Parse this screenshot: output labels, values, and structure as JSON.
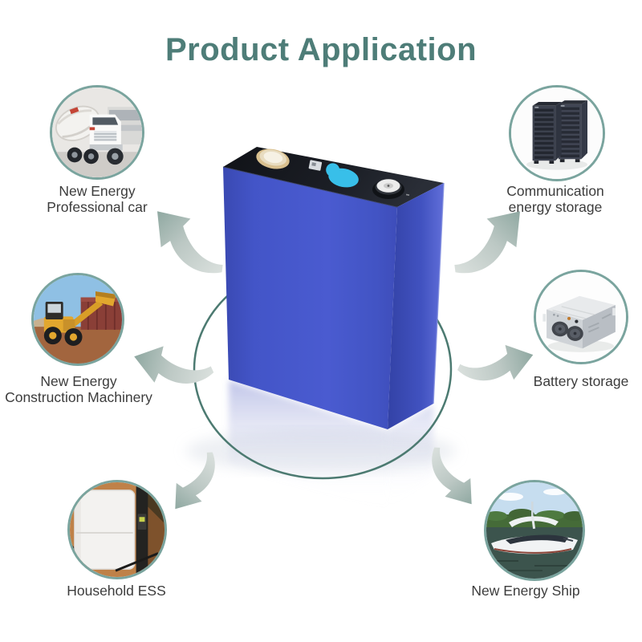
{
  "title": {
    "text": "Product Application",
    "color": "#4e7d78"
  },
  "center_product": {
    "name": "prismatic-lifepo4-battery-cell",
    "body_color": "#4355c8",
    "top_color": "#17191f",
    "sticker_color": "#38bfe9",
    "terminal_gold_color": "#d9c08f",
    "terminal_silver_color": "#ececec",
    "ring_color": "#4c7a71"
  },
  "applications": [
    {
      "id": "new-energy-professional-car",
      "label_lines": [
        "New Energy",
        "Professional car"
      ],
      "image": "concrete-mixer-truck-photo"
    },
    {
      "id": "communication-energy-storage",
      "label_lines": [
        "Communication",
        "energy storage"
      ],
      "image": "telecom-server-racks-photo"
    },
    {
      "id": "new-energy-construction-machinery",
      "label_lines": [
        "New Energy",
        "Construction Machinery"
      ],
      "image": "wheel-loader-photo"
    },
    {
      "id": "battery-storage",
      "label_lines": [
        "Battery storage"
      ],
      "image": "battery-storage-cabinet-photo"
    },
    {
      "id": "household-ess",
      "label_lines": [
        "Household ESS"
      ],
      "image": "wall-mounted-ess-photo"
    },
    {
      "id": "new-energy-ship",
      "label_lines": [
        "New Energy Ship"
      ],
      "image": "electric-boat-photo"
    }
  ],
  "style": {
    "circle_border_color": "#7aa49e",
    "label_color": "#3c3c3c",
    "arrow_tail_color": "#d9dfdc",
    "arrow_head_color": "#8fa8a1",
    "background_color": "#ffffff"
  }
}
